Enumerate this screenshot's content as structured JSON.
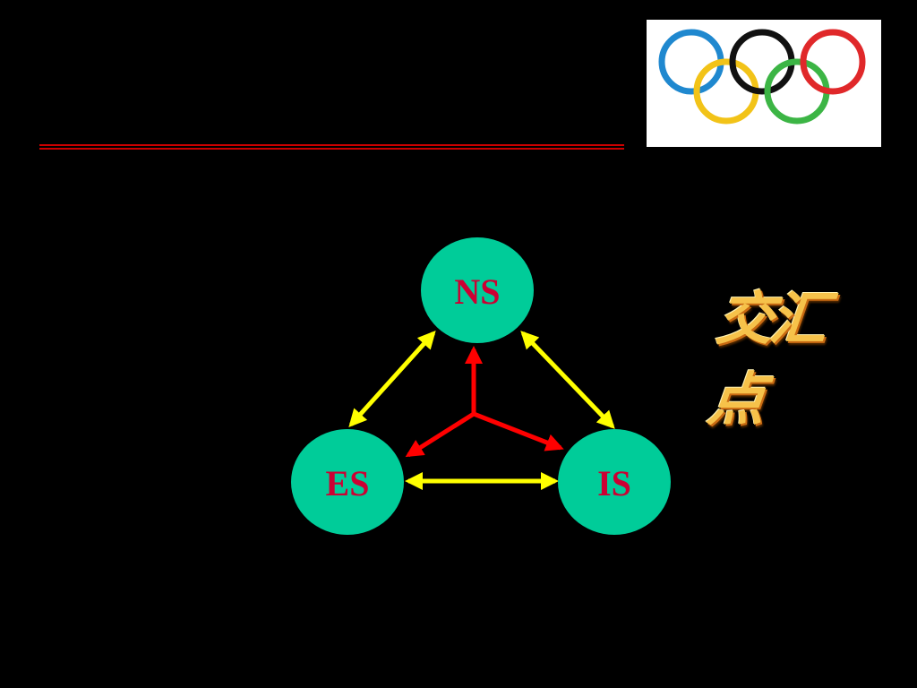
{
  "slide": {
    "background": "#000000",
    "rule_color": "#cc0000",
    "logo": {
      "name": "olympic-rings",
      "rings": [
        {
          "color": "#1f88cf"
        },
        {
          "color": "#111111"
        },
        {
          "color": "#e0282a"
        },
        {
          "color": "#f2c318"
        },
        {
          "color": "#3cb545"
        }
      ]
    },
    "side_label": "交汇点",
    "side_label_color": "#f6c24a"
  },
  "diagram": {
    "node_fill": "#00cc99",
    "label_color": "#cc0033",
    "nodes": [
      {
        "id": "ns",
        "label": "NS"
      },
      {
        "id": "es",
        "label": "ES"
      },
      {
        "id": "is",
        "label": "IS"
      }
    ],
    "links": [
      {
        "from": "ns",
        "to": "es",
        "color": "#ffff00",
        "style": "double-headed"
      },
      {
        "from": "ns",
        "to": "is",
        "color": "#ffff00",
        "style": "double-headed"
      },
      {
        "from": "es",
        "to": "is",
        "color": "#ffff00",
        "style": "double-headed"
      },
      {
        "from": "center",
        "to": "ns",
        "color": "#ff0000",
        "style": "single-headed"
      },
      {
        "from": "center",
        "to": "es",
        "color": "#ff0000",
        "style": "single-headed"
      },
      {
        "from": "center",
        "to": "is",
        "color": "#ff0000",
        "style": "single-headed"
      }
    ]
  }
}
